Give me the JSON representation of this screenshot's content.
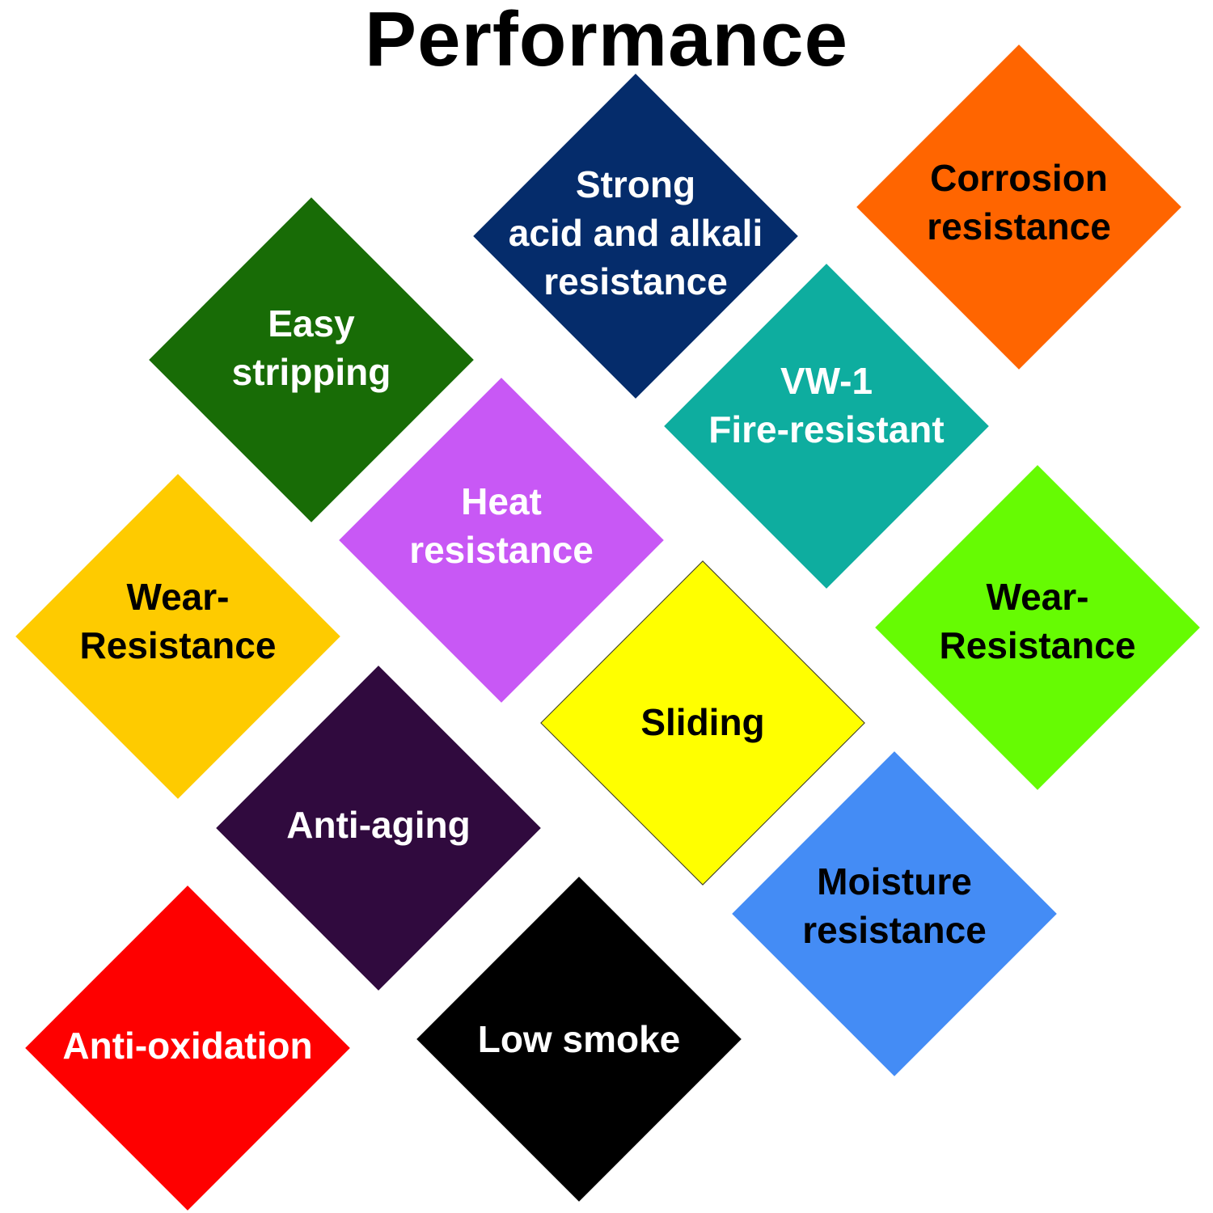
{
  "title": "Performance",
  "diamonds": [
    {
      "id": "strong-acid-alkali",
      "lines": [
        "Strong",
        "acid and alkali",
        "resistance"
      ],
      "color": "#052c6b",
      "text_color": "#ffffff"
    },
    {
      "id": "corrosion",
      "lines": [
        "Corrosion",
        "resistance"
      ],
      "color": "#ff6500",
      "text_color": "#000000"
    },
    {
      "id": "easy-stripping",
      "lines": [
        "Easy",
        "stripping"
      ],
      "color": "#186c06",
      "text_color": "#ffffff"
    },
    {
      "id": "vw1",
      "lines": [
        "VW-1",
        "Fire-resistant"
      ],
      "color": "#0ead9f",
      "text_color": "#ffffff"
    },
    {
      "id": "heat",
      "lines": [
        "Heat",
        "resistance"
      ],
      "color": "#c858f5",
      "text_color": "#ffffff"
    },
    {
      "id": "wear-left",
      "lines": [
        "Wear-",
        "Resistance"
      ],
      "color": "#fecb00",
      "text_color": "#000000"
    },
    {
      "id": "wear-right",
      "lines": [
        "Wear-",
        "Resistance"
      ],
      "color": "#66fb03",
      "text_color": "#000000"
    },
    {
      "id": "sliding",
      "lines": [
        "Sliding"
      ],
      "color": "#ffff00",
      "text_color": "#000000"
    },
    {
      "id": "anti-aging",
      "lines": [
        "Anti-aging"
      ],
      "color": "#300a3e",
      "text_color": "#ffffff"
    },
    {
      "id": "moisture",
      "lines": [
        "Moisture",
        "resistance"
      ],
      "color": "#448cf5",
      "text_color": "#000000"
    },
    {
      "id": "anti-oxidation",
      "lines": [
        "Anti-oxidation"
      ],
      "color": "#fe0000",
      "text_color": "#ffffff"
    },
    {
      "id": "low-smoke",
      "lines": [
        "Low smoke"
      ],
      "color": "#000000",
      "text_color": "#ffffff"
    }
  ]
}
